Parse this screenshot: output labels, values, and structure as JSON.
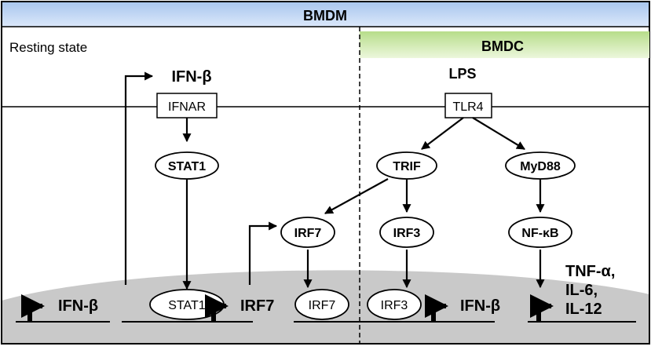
{
  "banner": {
    "title": "BMDM"
  },
  "left_panel": {
    "state_label": "Resting state"
  },
  "right_panel": {
    "title": "BMDC"
  },
  "ligands": {
    "ifn": "IFN-β",
    "lps": "LPS"
  },
  "receptors": {
    "ifnar": "IFNAR",
    "tlr4": "TLR4"
  },
  "cytoplasm_nodes": {
    "stat1": "STAT1",
    "irf7": "IRF7",
    "trif": "TRIF",
    "irf3": "IRF3",
    "myd88": "MyD88",
    "nfkb": "NF-κB"
  },
  "nucleus": {
    "gene_ifnb_left": "IFN-β",
    "stat1": "STAT1",
    "gene_irf7": "IRF7",
    "irf7": "IRF7",
    "irf3": "IRF3",
    "gene_ifnb_right": "IFN-β",
    "cytokines": [
      "TNF-α,",
      "IL-6,",
      "IL-12"
    ]
  },
  "colors": {
    "banner_gradient": [
      "#a9c6ee",
      "#dbe8fa"
    ],
    "bmdc_gradient": [
      "#b7dd8a",
      "#ecf7dc"
    ],
    "nucleus_fill": "#c9c9c9",
    "line": "#000000"
  }
}
